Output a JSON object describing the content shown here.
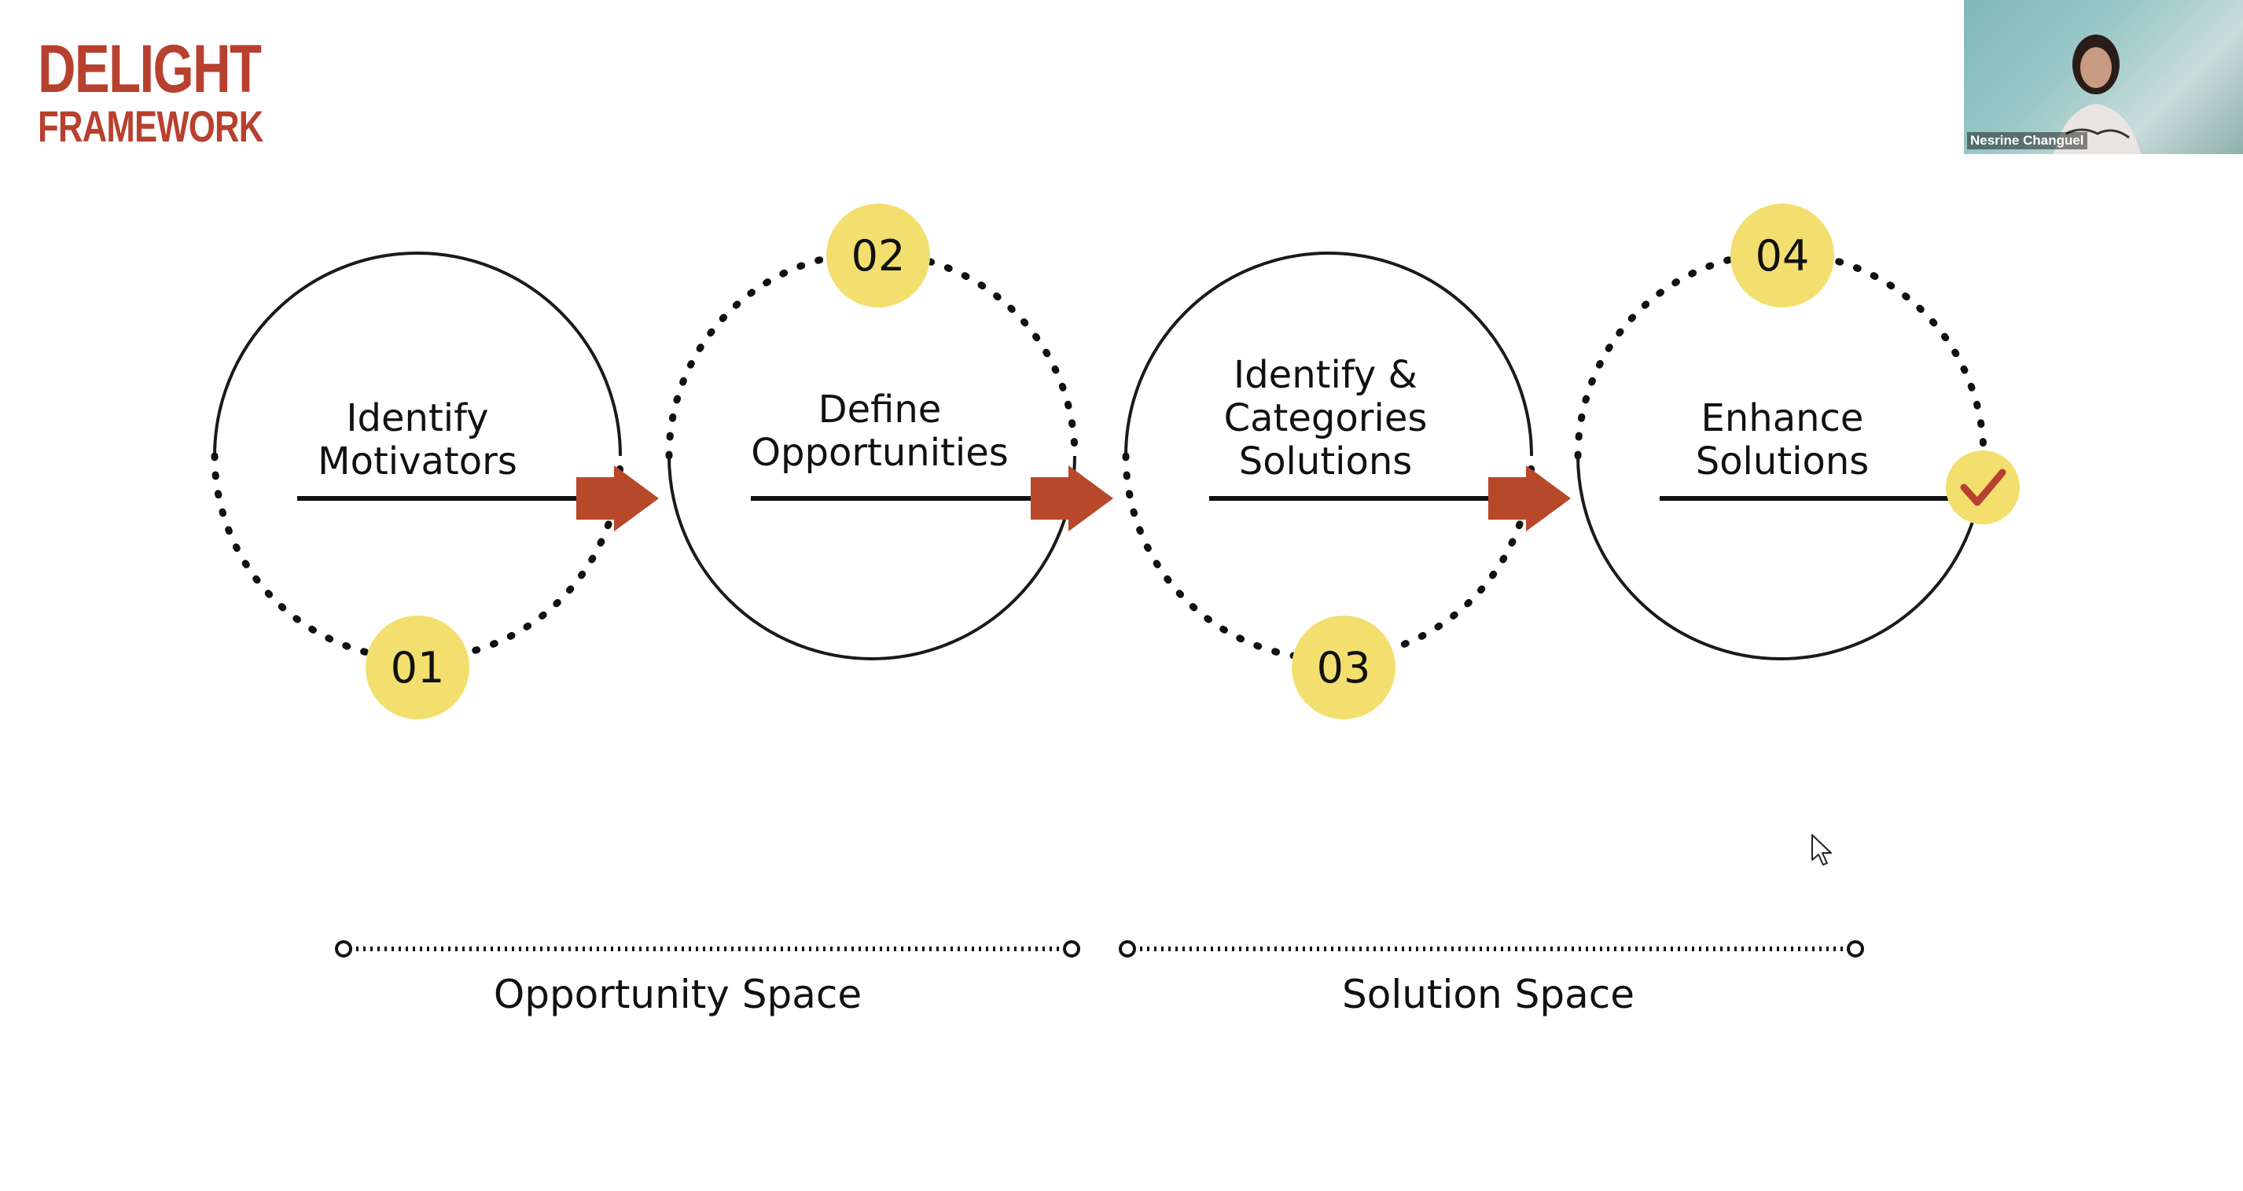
{
  "logo": {
    "line1": "DELIGHT",
    "line2": "FRAMEWORK",
    "color": "#b8402f"
  },
  "stages": [
    {
      "label_lines": [
        "Identify",
        "Motivators"
      ],
      "badge": "01"
    },
    {
      "label_lines": [
        "Define",
        "Opportunities"
      ],
      "badge": "02"
    },
    {
      "label_lines": [
        "Identify &",
        "Categories",
        "Solutions"
      ],
      "badge": "03"
    },
    {
      "label_lines": [
        "Enhance",
        "Solutions"
      ],
      "badge": "04"
    }
  ],
  "spaces": [
    {
      "label": "Opportunity Space"
    },
    {
      "label": "Solution Space"
    }
  ],
  "video": {
    "participant_name": "Nesrine Changuel"
  },
  "colors": {
    "badge": "#f2df6d",
    "arrow": "#b8482a",
    "check": "#b8402f",
    "line": "#1a1a1a"
  }
}
